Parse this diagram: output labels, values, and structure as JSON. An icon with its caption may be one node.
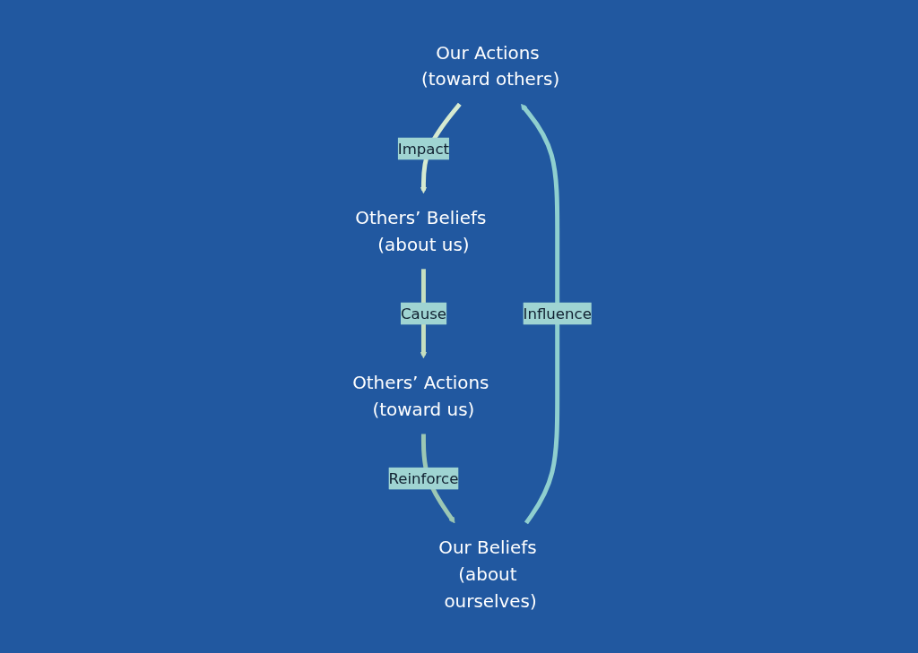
{
  "diagram": {
    "nodes": [
      {
        "text": [
          "Our Actions (toward others)"
        ]
      },
      {
        "text": [
          "Our Beliefs (about ourselves)"
        ]
      },
      {
        "text": [
          "Others’ Beliefs (about us)"
        ]
      },
      {
        "text": [
          "Others’ Actions (toward us)"
        ]
      }
    ],
    "edges": [
      {
        "from": 1,
        "to": 0,
        "arrow": "to",
        "label": "Influence",
        "color": "#8fcfcf"
      },
      {
        "from": 0,
        "to": 2,
        "arrow": "to",
        "label": "Impact",
        "color": "#d6ead0"
      },
      {
        "from": 2,
        "to": 3,
        "arrow": "to",
        "label": "Cause",
        "color": "#c6dfc0"
      },
      {
        "from": 3,
        "to": 1,
        "arrow": "to",
        "label": "Reinforce",
        "color": "#9cc7b4"
      }
    ]
  }
}
